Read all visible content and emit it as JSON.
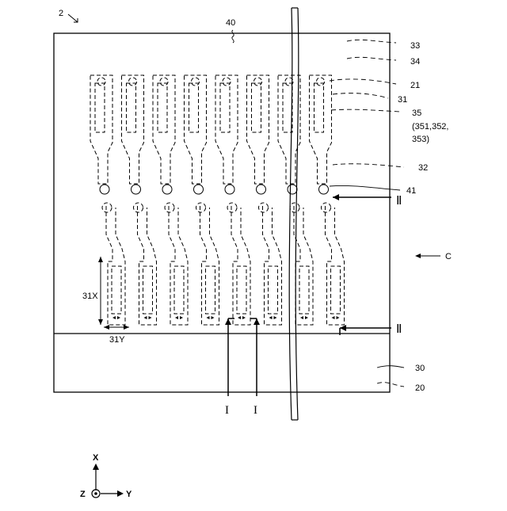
{
  "figure": {
    "figure_number": "2",
    "reference_labels": {
      "r40": "40",
      "r33": "33",
      "r34": "34",
      "r21": "21",
      "r31": "31",
      "r35": "35",
      "r35_sub": "(351,352,",
      "r35_sub2": "353)",
      "r32": "32",
      "r41": "41",
      "r30": "30",
      "r20": "20",
      "rC": "C",
      "r31X": "31X",
      "r31Y": "31Y"
    },
    "section_marks": {
      "I_left": "I",
      "I_right": "I",
      "II_top": "Ⅱ",
      "II_bottom": "Ⅱ"
    },
    "axes": {
      "x": "X",
      "y": "Y",
      "z": "Z"
    },
    "electrode_count": 8,
    "line_color": "#000000",
    "background": "#ffffff"
  }
}
